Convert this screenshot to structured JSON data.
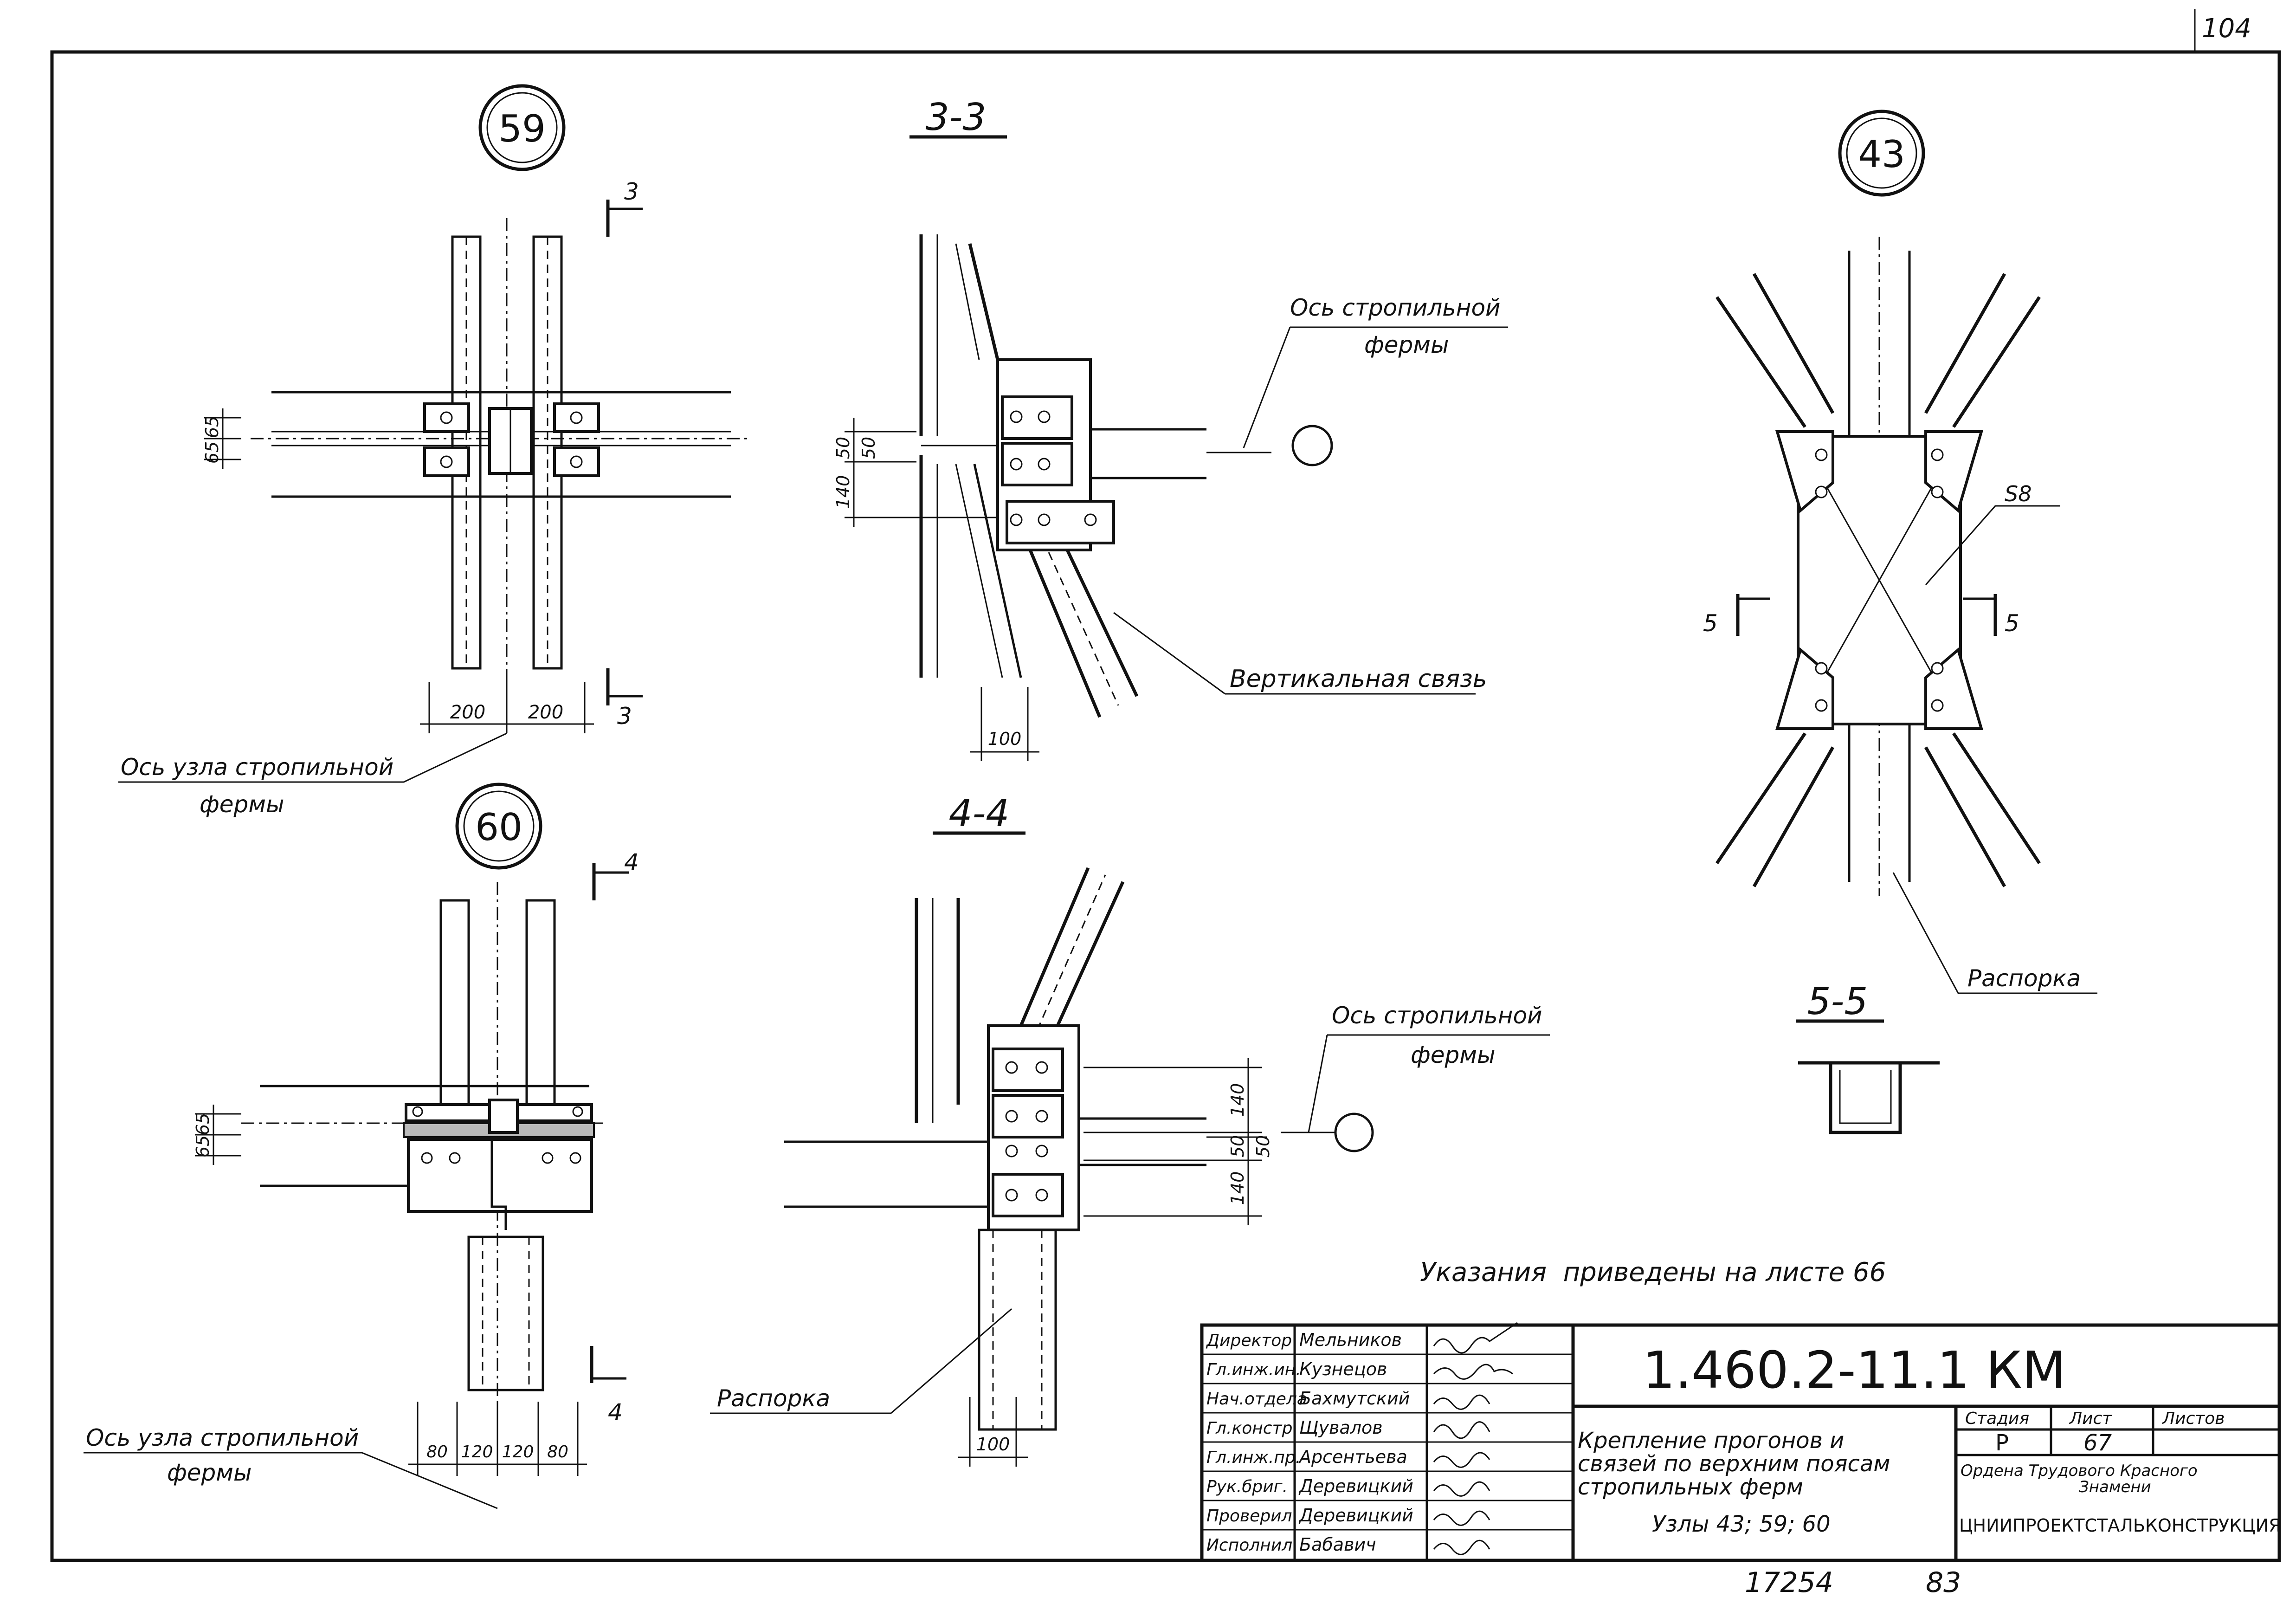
{
  "corner_mark": "104",
  "nodes": {
    "n59": "59",
    "n60": "60",
    "n43": "43"
  },
  "sections": {
    "s33": "3-3",
    "s44": "4-4",
    "s55": "5-5"
  },
  "cut_marks": {
    "c3": "3",
    "c4": "4",
    "c5": "5"
  },
  "labels": {
    "truss_axis": [
      "Ось стропильной",
      "фермы"
    ],
    "truss_node_axis": [
      "Ось узла стропильной",
      "фермы"
    ],
    "vertical_brace": "Вертикальная связь",
    "strut": "Распорка",
    "s8": "S8"
  },
  "dimensions": {
    "d65": "65",
    "d50": "50",
    "d140": "140",
    "d100": "100",
    "d200": "200",
    "d80": "80",
    "d120": "120"
  },
  "note": "Указания  приведены на листе 66",
  "title_block": {
    "roles": [
      "Директор",
      "Гл.инж.ин.",
      "Нач.отдела",
      "Гл.констр.",
      "Гл.инж.пр.",
      "Рук.бриг.",
      "Проверил",
      "Исполнил"
    ],
    "names": [
      "Мельников",
      "Кузнецов",
      "Бахмутский",
      "Щувалов",
      "Арсентьева",
      "Деревицкий",
      "Деревицкий",
      "Бабавич"
    ],
    "code": "1.460.2-11.1 КМ",
    "description": [
      "Крепление прогонов и",
      "связей по верхним поясам",
      "стропильных ферм",
      "Узлы 43; 59; 60"
    ],
    "stage_label": "Стадия",
    "sheet_label": "Лист",
    "sheets_label": "Листов",
    "stage": "Р",
    "sheet": "67",
    "org_line1": "Ордена Трудового Красного",
    "org_line2": "Знамени",
    "org_name": "ЦНИИПРОЕКТСТАЛЬКОНСТРУКЦИЯ"
  },
  "footer": {
    "inv": "17254",
    "page": "83"
  }
}
